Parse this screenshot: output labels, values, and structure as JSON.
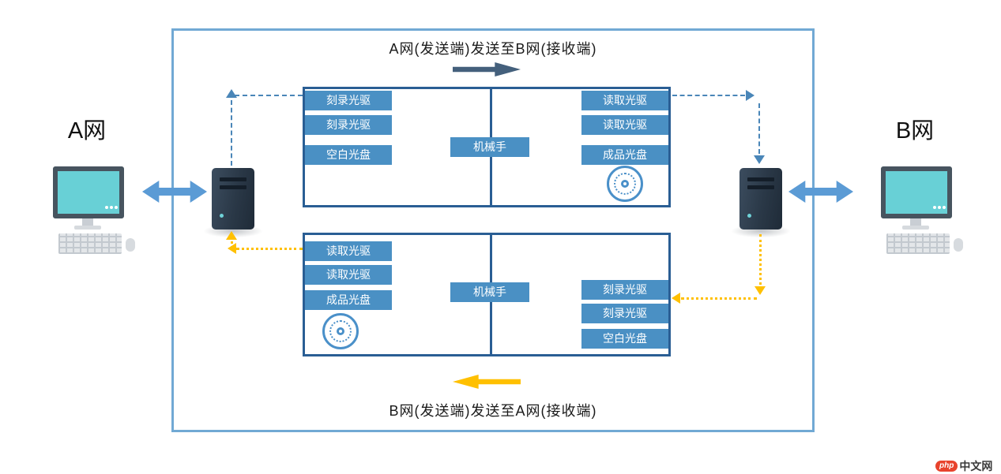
{
  "titles": {
    "top": "A网(发送端)发送至B网(接收端)",
    "bottom": "B网(发送端)发送至A网(接收端)"
  },
  "networks": {
    "left": "A网",
    "right": "B网"
  },
  "units": {
    "top": {
      "left_slots": [
        "刻录光驱",
        "刻录光驱",
        "空白光盘"
      ],
      "center": "机械手",
      "right_slots": [
        "读取光驱",
        "读取光驱",
        "成品光盘"
      ]
    },
    "bottom": {
      "left_slots": [
        "读取光驱",
        "读取光驱",
        "成品光盘"
      ],
      "center": "机械手",
      "right_slots": [
        "刻录光驱",
        "刻录光驱",
        "空白光盘"
      ]
    }
  },
  "watermark": {
    "logo": "php",
    "text": "中文网"
  },
  "colors": {
    "slot_blue": "#4a90c4",
    "unit_border": "#2a5e94",
    "outer_border": "#71a9d4",
    "dark_flow_arrow": "#44607c",
    "yellow_flow": "#ffc000",
    "dashed_blue": "#4a86b8",
    "link_arrow_blue": "#5b9bd5",
    "screen_teal": "#68d0d6"
  }
}
